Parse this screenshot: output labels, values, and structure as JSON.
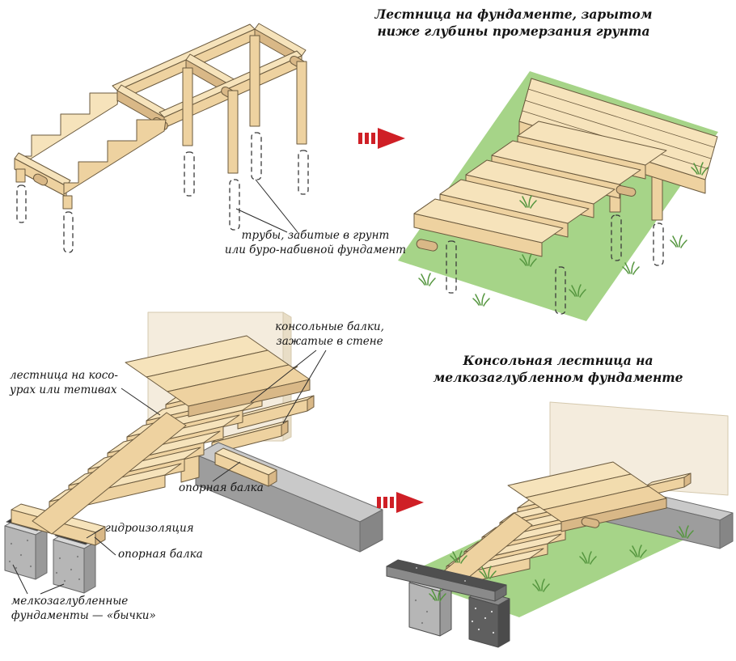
{
  "titles": {
    "buried_foundation": "Лестница на фундаменте, зарытом\nниже глубины промерзания грунта",
    "cantilever": "Консольная лестница на\nмелкозаглубленном фундаменте"
  },
  "labels": {
    "pipes": "трубы, забитые в грунт\nили буро-набивной фундамент",
    "cantilever_beams": "консольные балки,\nзажатые в стене",
    "stringers": "лестница на косо-\nурах или тетивах",
    "support_beam_wall": "опорная балка",
    "waterproofing": "гидроизоляция",
    "support_beam_bottom": "опорная балка",
    "shallow_foundations": "мелкозаглубленные\nфундаменты — «бычки»"
  },
  "icons": {
    "arrow_right": "▶"
  },
  "colors": {
    "wood_top": "#f6e3bb",
    "wood_front": "#eed2a0",
    "wood_side": "#d9b887",
    "outline": "#6b5a3e",
    "ground_green": "#a6d488",
    "grass": "#55963f",
    "concrete_light": "#c9c9c9",
    "concrete_mid": "#9d9d9d",
    "wall_cream": "#f4ecdd",
    "arrow_red": "#cf1f26",
    "leader_line": "#2a2a2a"
  }
}
